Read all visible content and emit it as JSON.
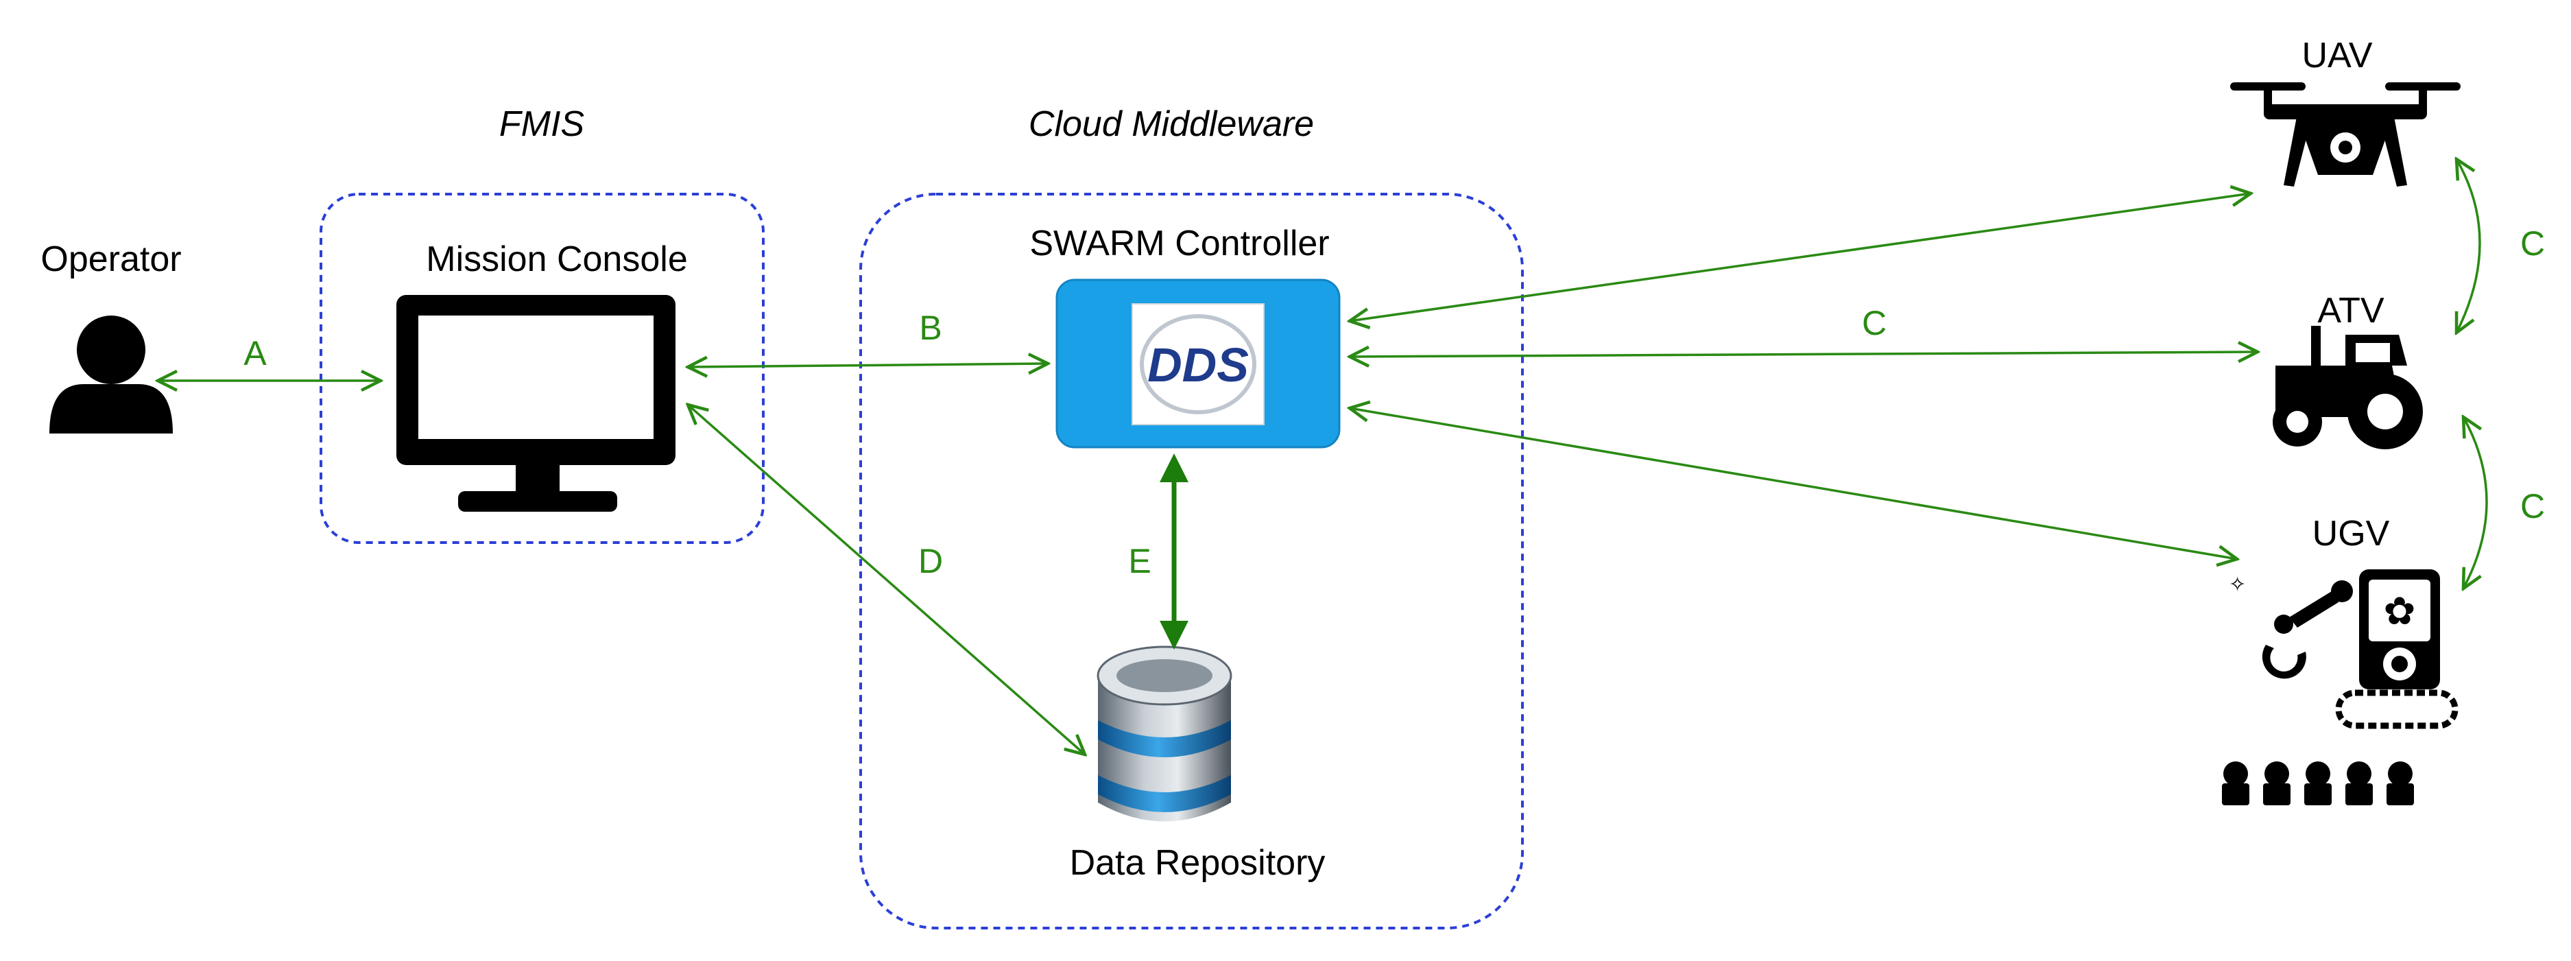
{
  "groups": {
    "fmis": "FMIS",
    "cloud": "Cloud Middleware"
  },
  "nodes": {
    "operator": "Operator",
    "mission_console": "Mission Console",
    "swarm_controller": "SWARM Controller",
    "dds_logo": "DDS",
    "data_repository": "Data Repository",
    "uav": "UAV",
    "atv": "ATV",
    "ugv": "UGV"
  },
  "edges": {
    "a": "A",
    "b": "B",
    "c_atv": "C",
    "c_uav_atv": "C",
    "c_atv_ugv": "C",
    "d": "D",
    "e": "E"
  },
  "colors": {
    "arrow": "#2a8a14",
    "group_border": "#2b3fd6",
    "controller_fill": "#1aa0e6",
    "icon": "#000000"
  }
}
